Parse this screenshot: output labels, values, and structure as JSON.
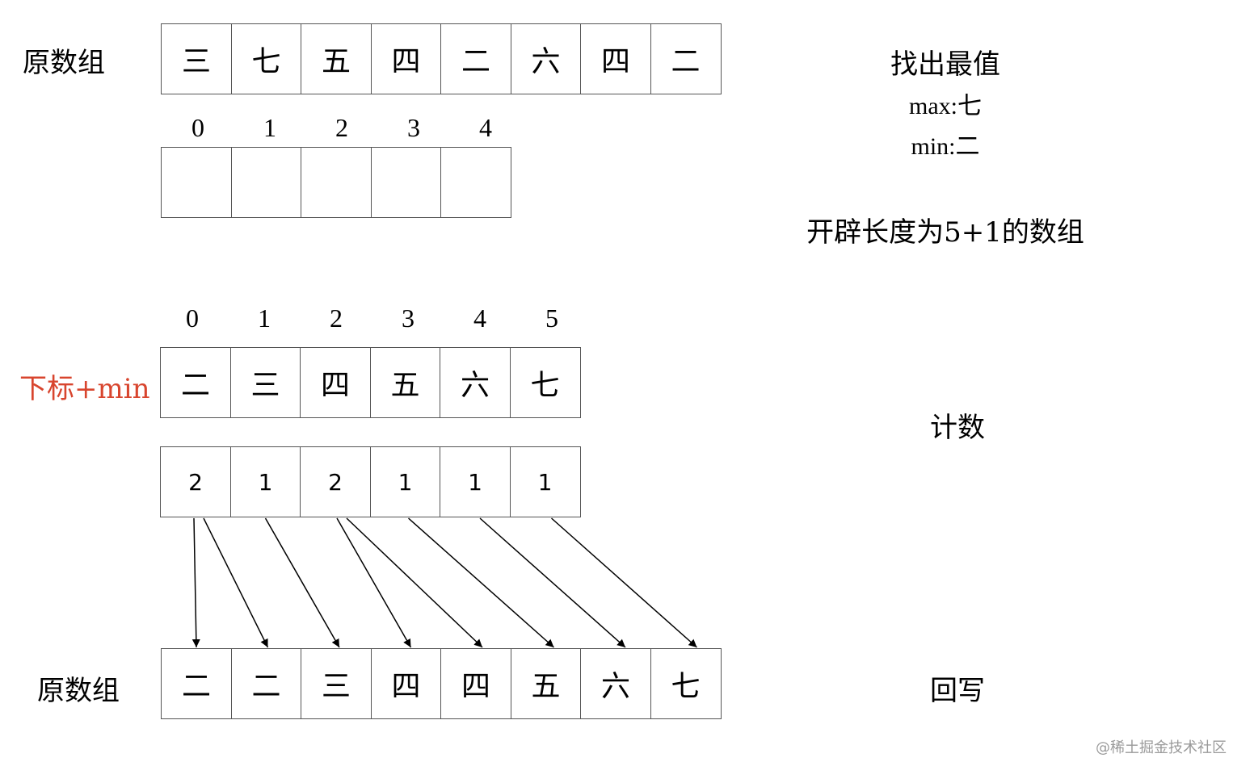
{
  "labels": {
    "original_top": "原数组",
    "index_plus_min": "下标+min",
    "original_bottom": "原数组"
  },
  "side": {
    "find_extremes": "找出最值",
    "max": "max:七",
    "min": "min:二",
    "allocate": "开辟长度为5+1的数组",
    "count": "计数",
    "write_back": "回写"
  },
  "original_array": [
    "三",
    "七",
    "五",
    "四",
    "二",
    "六",
    "四",
    "二"
  ],
  "empty_array_indices": [
    "0",
    "1",
    "2",
    "3",
    "4"
  ],
  "count_indices": [
    "0",
    "1",
    "2",
    "3",
    "4",
    "5"
  ],
  "value_array": [
    "二",
    "三",
    "四",
    "五",
    "六",
    "七"
  ],
  "count_array": [
    "2",
    "1",
    "2",
    "1",
    "1",
    "1"
  ],
  "sorted_array": [
    "二",
    "二",
    "三",
    "四",
    "四",
    "五",
    "六",
    "七"
  ],
  "arrows": [
    [
      0,
      0
    ],
    [
      0,
      1
    ],
    [
      1,
      2
    ],
    [
      2,
      3
    ],
    [
      2,
      4
    ],
    [
      3,
      5
    ],
    [
      4,
      6
    ],
    [
      5,
      7
    ]
  ],
  "watermark": "@稀土掘金技术社区"
}
